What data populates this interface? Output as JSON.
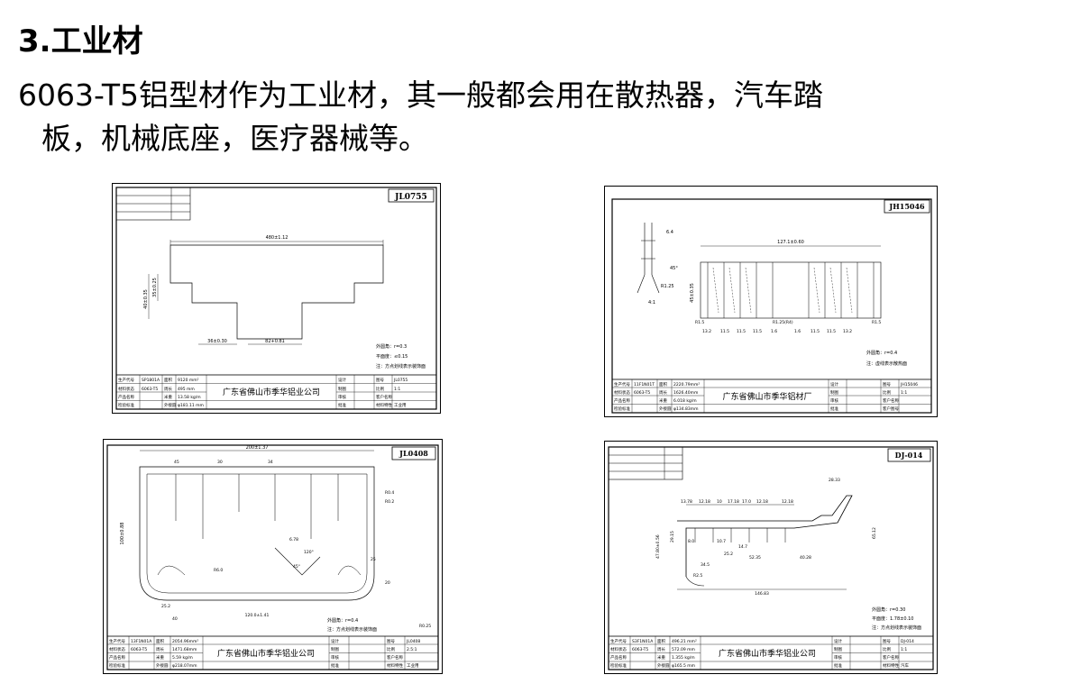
{
  "slide": {
    "title": "3.工业材",
    "body_line1": "6063-T5铝型材作为工业材，其一般都会用在散热器，汽车踏",
    "body_line2": "板，机械底座，医疗器械等。"
  },
  "drawings": [
    {
      "code": "JL0755",
      "company": "广东省佛山市季华铝业公司",
      "dims": [
        "480±1.12",
        "40±0.35",
        "35±0.25",
        "36±0.30",
        "82+0.81"
      ],
      "notes": [
        "外圆角：r=0.3",
        "平面度：≤0.15",
        "注：方点划线表示装饰面"
      ],
      "tb": [
        "生产代号",
        "面积",
        "材料状态",
        "6063-T5",
        "周长",
        "产品名称",
        "米重",
        "检验标准",
        "外接圆",
        "设计",
        "制图",
        "审核",
        "批准",
        "图号",
        "比例",
        "客户名称",
        "材料特性"
      ],
      "tb_values": [
        "SP1801A",
        "9120 mm²",
        "495 mm",
        "13.58 kg/m",
        "φ181.11 mm",
        "JL0755",
        "1:1",
        "工业用"
      ]
    },
    {
      "code": "JH15046",
      "company": "广东省佛山市季华铝材厂",
      "dims": [
        "127.1±0.60",
        "6.4",
        "45°",
        "45±0.35",
        "13.2",
        "11.5",
        "11.5",
        "11.5",
        "1.6",
        "1.6",
        "11.5",
        "11.5",
        "13.2",
        "R1.5",
        "R1.25(R4)",
        "4:1",
        "R1.25",
        "R1.5"
      ],
      "notes": [
        "外圆角：r=0.4",
        "注：虚线表示散热面"
      ],
      "tb": [
        "生产代号",
        "面积",
        "材料状态",
        "周长",
        "产品名称",
        "米重",
        "检验标准",
        "外接圆",
        "设计",
        "制图",
        "审核",
        "批准",
        "图号",
        "比例",
        "客户名称",
        "客户图号"
      ],
      "tb_values": [
        "11F1N01T",
        "2220.79mm²",
        "6063-T5",
        "1626.40mm",
        "6.018 kg/m",
        "φ134.83mm",
        "JH15046",
        "1:1"
      ]
    },
    {
      "code": "JL0408",
      "company": "广东省佛山市季华铝业公司",
      "dims": [
        "200±1.37",
        "100±0.88",
        "45",
        "34",
        "30",
        "25.2",
        "40",
        "120.0±1.41",
        "6.78",
        "120°",
        "45°",
        "R6.0",
        "25",
        "20",
        "R0.4",
        "R0.2",
        "R0.25"
      ],
      "notes": [
        "外圆角：r=0.4",
        "注：方点划线表示装饰面"
      ],
      "tb": [
        "生产代号",
        "面积",
        "材料状态",
        "6063-T5",
        "周长",
        "产品名称",
        "米重",
        "检验标准",
        "外接圆",
        "设计",
        "制图",
        "审核",
        "批准",
        "图号",
        "比例",
        "客户名称",
        "材料特性"
      ],
      "tb_values": [
        "13F1N01A",
        "2054.96mm²",
        "1471.68mm",
        "5.59 kg/m",
        "φ218.07mm",
        "JL0408",
        "2.5:1",
        "工业用"
      ]
    },
    {
      "code": "DJ-014",
      "company": "广东省佛山市季华铝业公司",
      "dims": [
        "13.78",
        "12.18",
        "10",
        "17.18",
        "17.0",
        "12.18",
        "12.18",
        "28.33",
        "146.83",
        "52.35",
        "40.28",
        "65.12",
        "47.80±0.56",
        "29.15",
        "25.2",
        "14.7",
        "10.7",
        "8.0",
        "R2.5",
        "34.5"
      ],
      "notes": [
        "外圆角：r=0.30",
        "平面度：1.78±0.10",
        "注：方点划线表示装饰面"
      ],
      "tb": [
        "生产代号",
        "面积",
        "材料状态",
        "6063-T5",
        "周长",
        "产品名称",
        "米重",
        "检验标准",
        "外接圆",
        "设计",
        "制图",
        "审核",
        "批准",
        "图号",
        "比例",
        "客户名称",
        "材料特性"
      ],
      "tb_values": [
        "S3F1N01A",
        "496.21 mm²",
        "572.09 mm",
        "1.355 kg/m",
        "φ165.5 mm",
        "DJ-014",
        "1:1",
        "汽车"
      ]
    }
  ]
}
